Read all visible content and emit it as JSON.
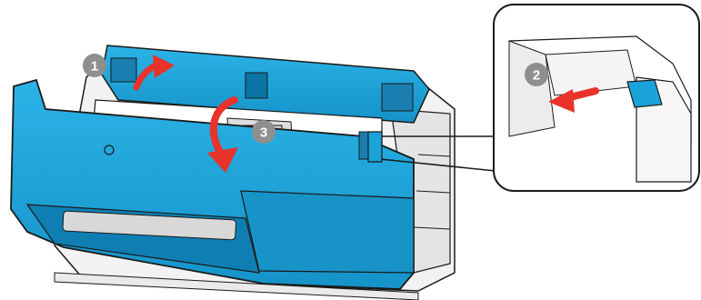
{
  "figure": {
    "callouts": [
      {
        "number": "1",
        "action": "lift-cover"
      },
      {
        "number": "2",
        "action": "slide-release-tab"
      },
      {
        "number": "3",
        "action": "lower-cover"
      }
    ],
    "colors": {
      "device_blue": "#1aa3d9",
      "device_blue_dark": "#0c74a5",
      "arrow_red": "#e8322a",
      "callout_grey": "#8f8f8f",
      "body_white": "#f2f2f2",
      "outline": "#1a1a1a"
    }
  }
}
